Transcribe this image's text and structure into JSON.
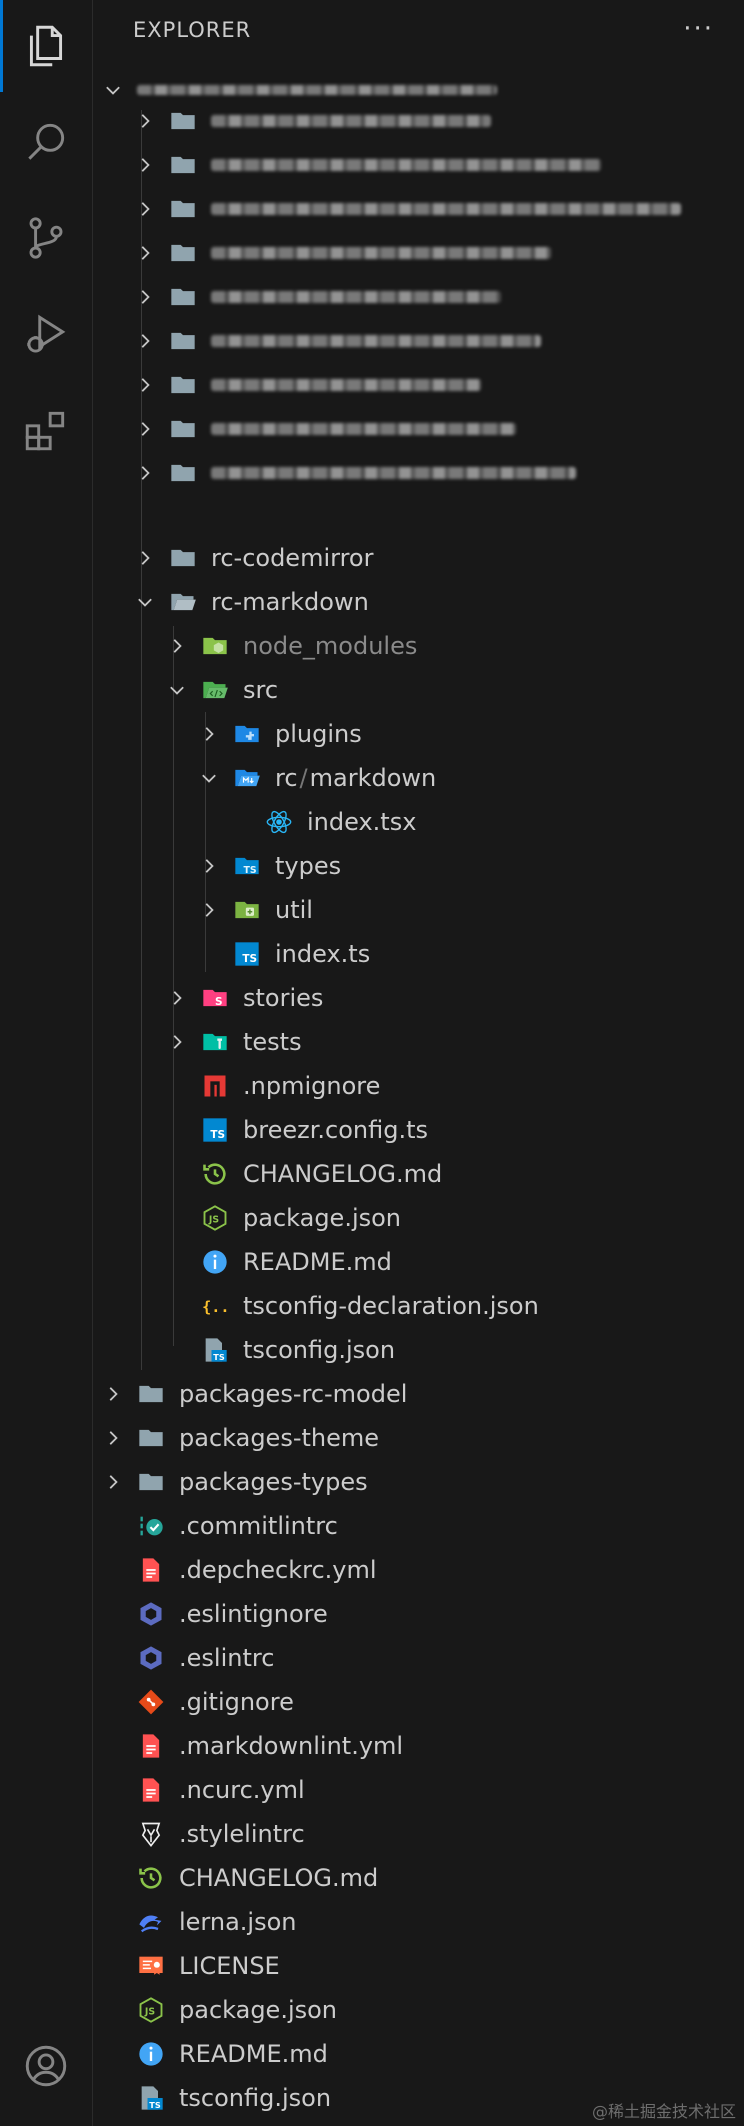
{
  "explorer": {
    "title": "EXPLORER",
    "more": "···"
  },
  "tree": {
    "rc_codemirror": "rc-codemirror",
    "rc_markdown": "rc-markdown",
    "node_modules": "node_modules",
    "src": "src",
    "plugins": "plugins",
    "rc": "rc",
    "slash": "/",
    "markdown": "markdown",
    "index_tsx": "index.tsx",
    "types": "types",
    "util": "util",
    "index_ts": "index.ts",
    "stories": "stories",
    "tests": "tests",
    "npmignore": ".npmignore",
    "breezr": "breezr.config.ts",
    "changelog_inner": "CHANGELOG.md",
    "package_inner": "package.json",
    "readme_inner": "README.md",
    "tsconfig_decl": "tsconfig-declaration.json",
    "tsconfig_inner": "tsconfig.json",
    "packages_rc_model": "packages-rc-model",
    "packages_theme": "packages-theme",
    "packages_types": "packages-types",
    "commitlintrc": ".commitlintrc",
    "depcheckrc": ".depcheckrc.yml",
    "eslintignore": ".eslintignore",
    "eslintrc": ".eslintrc",
    "gitignore": ".gitignore",
    "markdownlint": ".markdownlint.yml",
    "ncurc": ".ncurc.yml",
    "stylelintrc": ".stylelintrc",
    "changelog": "CHANGELOG.md",
    "lerna": "lerna.json",
    "license": "LICENSE",
    "package": "package.json",
    "readme": "README.md",
    "tsconfig": "tsconfig.json"
  },
  "watermark": "@稀土掘金技术社区",
  "colors": {
    "accent": "#0078d4",
    "folder": "#90a4ae",
    "ts": "#0288d1",
    "json": "#8bc34a",
    "md": "#42a5f5",
    "yml": "#ff5252",
    "eslint": "#5c6bc0",
    "git": "#e64a19"
  }
}
